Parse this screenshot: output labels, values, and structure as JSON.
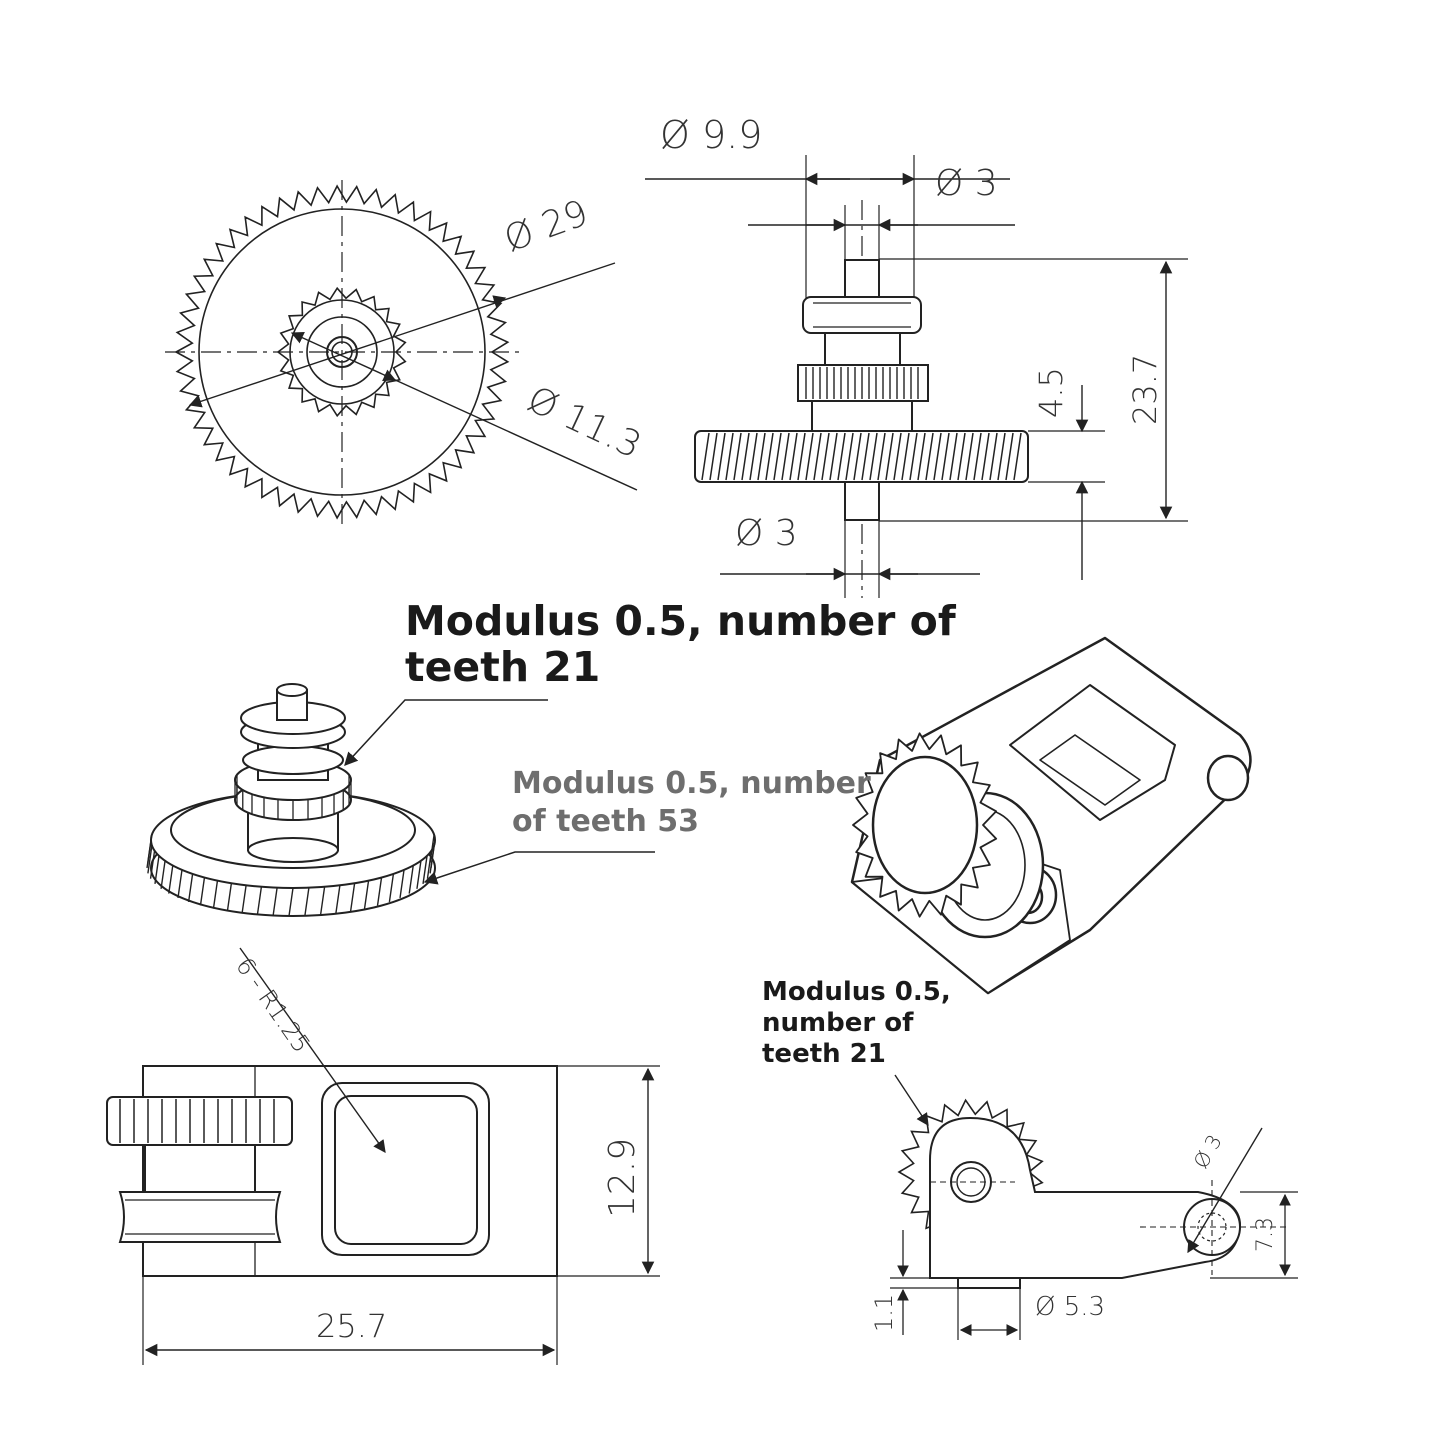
{
  "annotations": {
    "main_gear_note": "Modulus 0.5, number of teeth 21",
    "large_gear_note": "Modulus 0.5, number of teeth 53",
    "small_gear_note": "Modulus 0.5, number of teeth 21"
  },
  "dimensions": {
    "big_gear_diameter": "Ø 29",
    "small_gear_diameter": "Ø 11.3",
    "pulley_diameter": "Ø 9.9",
    "shaft_top_diameter": "Ø 3",
    "shaft_bottom_diameter": "Ø 3",
    "gear_thickness": "4.5",
    "total_height": "23.7",
    "corner_radius": "6 - R1.25",
    "arm_length": "25.7",
    "arm_height": "12.9",
    "pivot_hole": "Ø 3",
    "arm_end_height": "7.3",
    "boss_diameter": "Ø 5.3",
    "boss_height": "1.1"
  },
  "colors": {
    "line": "#222222",
    "dim_text": "#333333",
    "note_dark": "#1a1a1a",
    "note_gray": "#6e6e6e"
  }
}
